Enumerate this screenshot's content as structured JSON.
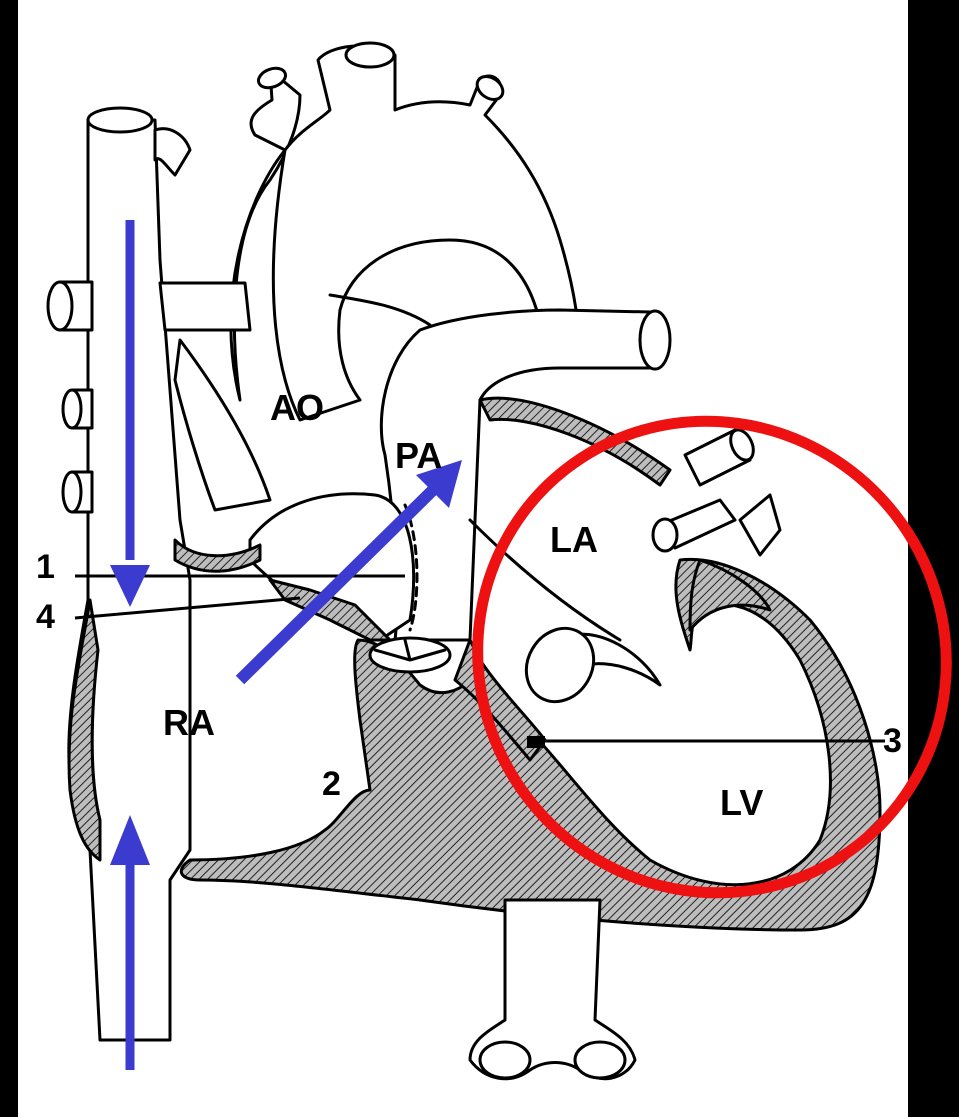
{
  "labels": {
    "ao": "AO",
    "pa": "PA",
    "la": "LA",
    "ra": "RA",
    "lv": "LV",
    "n1": "1",
    "n2": "2",
    "n3": "3",
    "n4": "4"
  },
  "colors": {
    "background": "#000000",
    "panel": "#ffffff",
    "flow_arrow": "#3b3bcf",
    "highlight_ellipse": "#ee1111",
    "outline": "#000000"
  }
}
